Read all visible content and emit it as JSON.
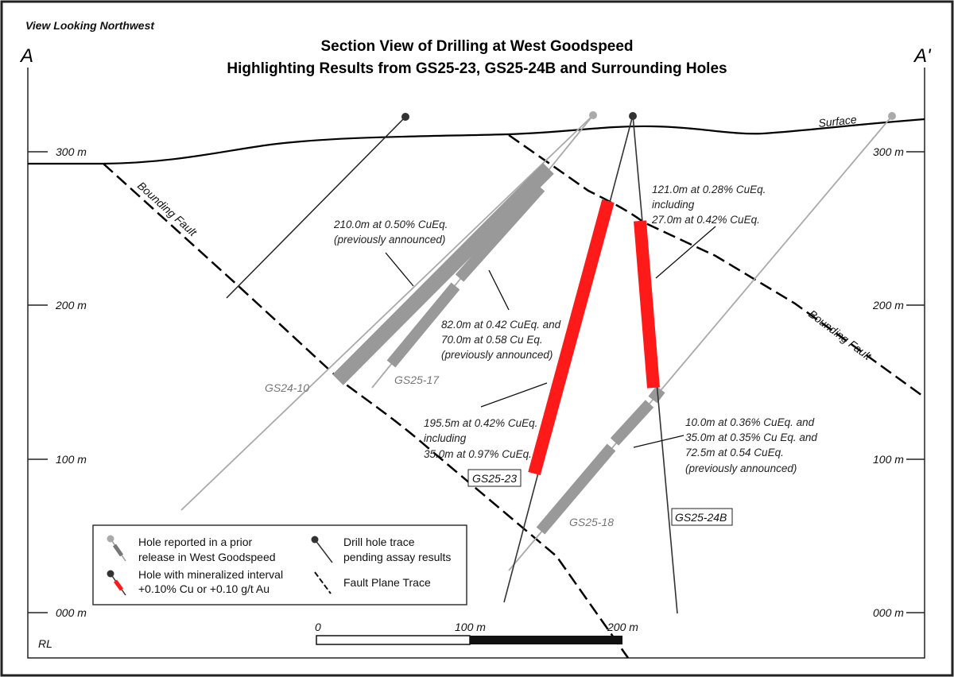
{
  "view_label": "View Looking Northwest",
  "title_line1": "Section View of Drilling at West Goodspeed",
  "title_line2": "Highlighting Results from GS25-23, GS25-24B and Surrounding Holes",
  "section_start": "A",
  "section_end": "A'",
  "surface_label": "Surface",
  "fault_label": "Bounding Fault",
  "rl_label": "RL",
  "elevations": [
    "300 m",
    "200 m",
    "100 m",
    "000 m"
  ],
  "holes": {
    "gs24_10": "GS24-10",
    "gs25_17": "GS25-17",
    "gs25_18": "GS25-18",
    "gs25_23": "GS25-23",
    "gs25_24b": "GS25-24B"
  },
  "annotations": {
    "a1": [
      "210.0m at 0.50% CuEq.",
      "(previously announced)"
    ],
    "a2": [
      "82.0m at 0.42 CuEq. and",
      "70.0m at 0.58 Cu Eq.",
      "(previously announced)"
    ],
    "a3": [
      "121.0m at 0.28% CuEq.",
      "including",
      "27.0m at 0.42% CuEq."
    ],
    "a4": [
      "195.5m at 0.42% CuEq.",
      "including",
      "35.0m at 0.97% CuEq."
    ],
    "a5": [
      "10.0m at 0.36% CuEq. and",
      "35.0m at 0.35% Cu Eq. and",
      "72.5m at 0.54 CuEq.",
      "(previously announced)"
    ]
  },
  "scale_bar": [
    "0",
    "100 m",
    "200 m"
  ],
  "legend": {
    "prior": [
      "Hole reported in a prior",
      "release in West Goodspeed"
    ],
    "mineralized": [
      "Hole with mineralized interval",
      "+0.10% Cu or +0.10 g/t Au"
    ],
    "pending": [
      "Drill hole trace",
      "pending assay results"
    ],
    "fault": "Fault Plane Trace"
  },
  "colors": {
    "mineralized": "#ff1a1a",
    "prior": "#999999",
    "pending": "#333333"
  }
}
